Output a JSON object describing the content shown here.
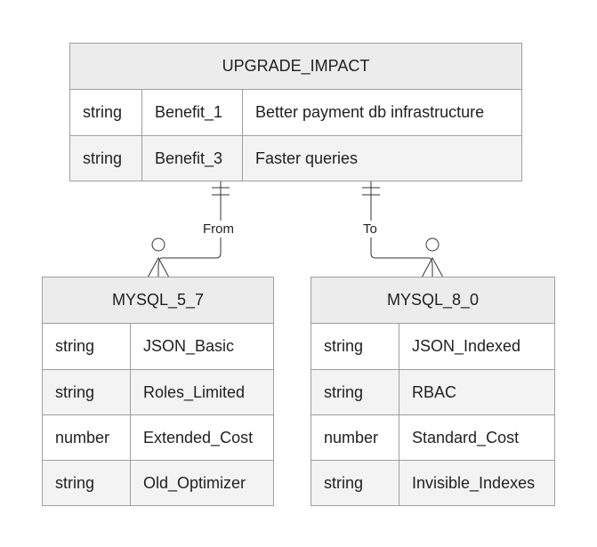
{
  "entities": {
    "upgrade": {
      "name": "UPGRADE_IMPACT",
      "attributes": [
        {
          "type": "string",
          "name": "Benefit_1",
          "comment": "Better payment db infrastructure"
        },
        {
          "type": "string",
          "name": "Benefit_3",
          "comment": "Faster queries"
        }
      ]
    },
    "mysql57": {
      "name": "MYSQL_5_7",
      "attributes": [
        {
          "type": "string",
          "name": "JSON_Basic"
        },
        {
          "type": "string",
          "name": "Roles_Limited"
        },
        {
          "type": "number",
          "name": "Extended_Cost"
        },
        {
          "type": "string",
          "name": "Old_Optimizer"
        }
      ]
    },
    "mysql80": {
      "name": "MYSQL_8_0",
      "attributes": [
        {
          "type": "string",
          "name": "JSON_Indexed"
        },
        {
          "type": "string",
          "name": "RBAC"
        },
        {
          "type": "number",
          "name": "Standard_Cost"
        },
        {
          "type": "string",
          "name": "Invisible_Indexes"
        }
      ]
    }
  },
  "relationships": {
    "from": {
      "label": "From"
    },
    "to": {
      "label": "To"
    }
  },
  "colors": {
    "border": "#9e9e9e",
    "header_fill": "#ececec",
    "row_odd": "#ffffff",
    "row_even": "#f3f3f3",
    "line": "#333333"
  }
}
